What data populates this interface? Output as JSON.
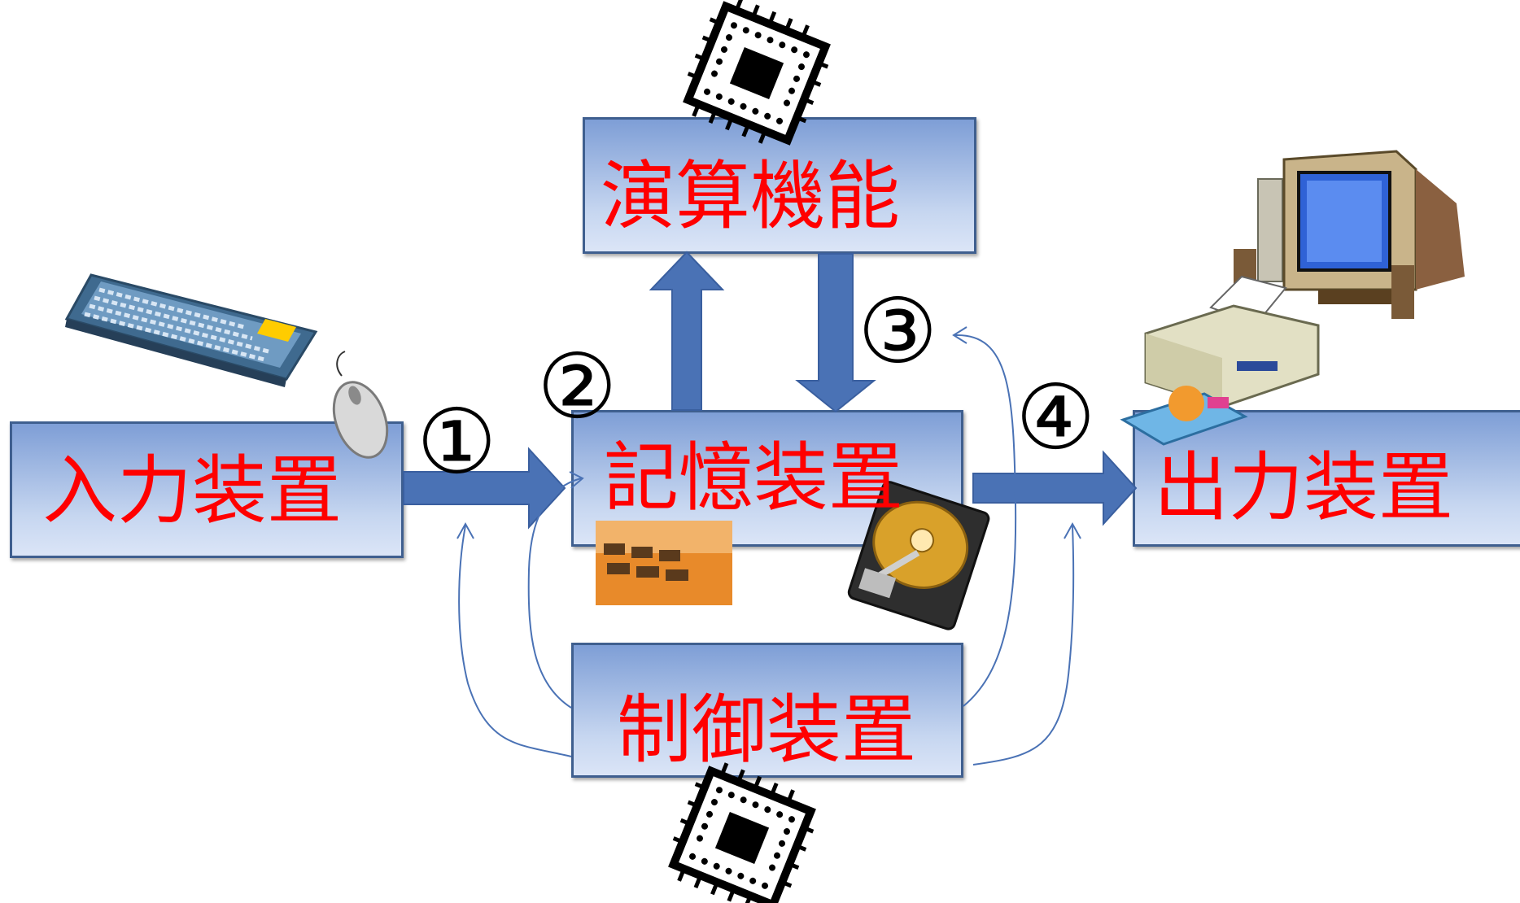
{
  "boxes": {
    "input": "入力装置",
    "compute": "演算機能",
    "memory": "記憶装置",
    "output": "出力装置",
    "control": "制御装置"
  },
  "steps": [
    "①",
    "②",
    "③",
    "④"
  ],
  "colors": {
    "label": "#ff0000",
    "arrow": "#4a72b5",
    "box_border": "#3f5f8f",
    "thin_line": "#4a72b5"
  },
  "icons": [
    "keyboard-icon",
    "mouse-icon",
    "cpu-chip-icon",
    "memory-module-icon",
    "hard-disk-icon",
    "printer-icon",
    "desktop-computer-icon"
  ]
}
